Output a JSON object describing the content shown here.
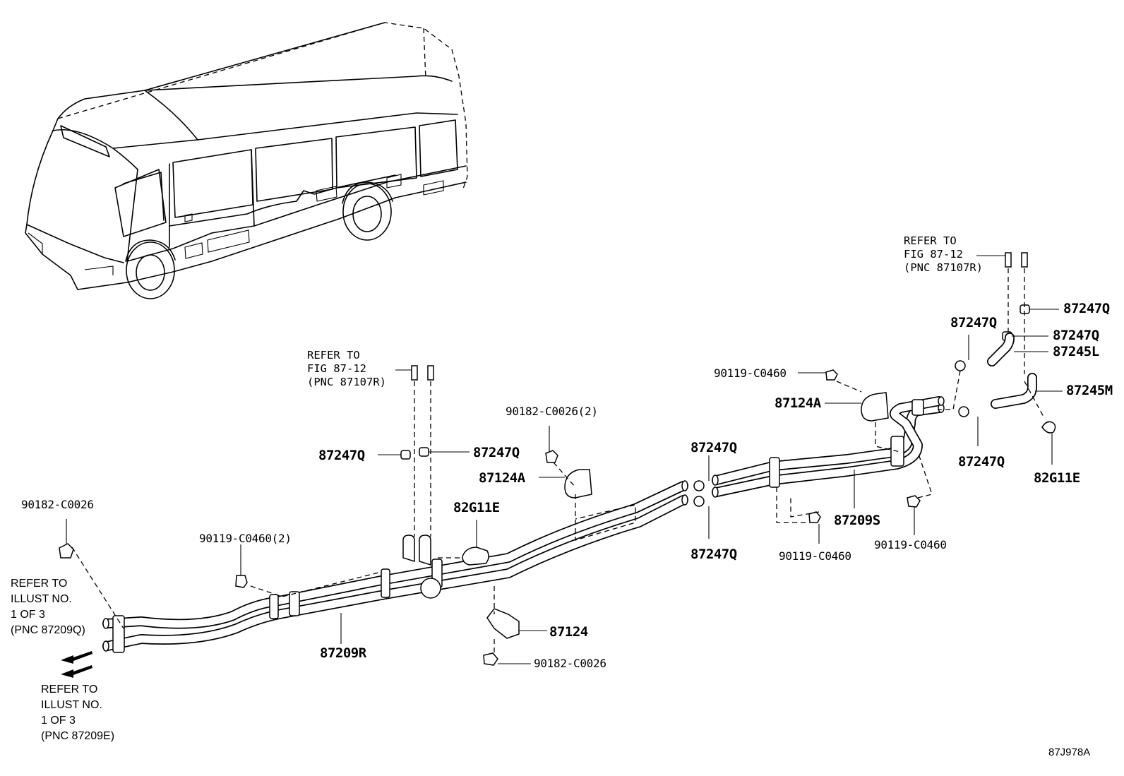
{
  "diagram_code": "87J978A",
  "parts": {
    "p_87247Q_1": "87247Q",
    "p_87247Q_2": "87247Q",
    "p_87247Q_3": "87247Q",
    "p_87247Q_4": "87247Q",
    "p_87247Q_5": "87247Q",
    "p_87247Q_6": "87247Q",
    "p_87247Q_7": "87247Q",
    "p_87247Q_8": "87247Q",
    "p_87245L": "87245L",
    "p_87245M": "87245M",
    "p_82G11E_1": "82G11E",
    "p_82G11E_2": "82G11E",
    "p_87124A_1": "87124A",
    "p_87124A_2": "87124A",
    "p_87124": "87124",
    "p_87209R": "87209R",
    "p_87209S": "87209S",
    "p_90182_C0026_2": "90182-C0026(2)",
    "p_90182_C0026_a": "90182-C0026",
    "p_90182_C0026_b": "90182-C0026",
    "p_90119_C0460_2": "90119-C0460(2)",
    "p_90119_C0460_a": "90119-C0460",
    "p_90119_C0460_b": "90119-C0460",
    "p_90119_C0460_c": "90119-C0460"
  },
  "notes": {
    "refer_fig_right": [
      "REFER TO",
      "FIG 87-12",
      "(PNC 87107R)"
    ],
    "refer_fig_mid": [
      "REFER TO",
      "FIG 87-12",
      "(PNC 87107R)"
    ],
    "refer_illust_top": [
      "REFER TO",
      "ILLUST NO.",
      " 1 OF 3",
      "(PNC 87209Q)"
    ],
    "refer_illust_bottom": [
      "REFER TO",
      "ILLUST NO.",
      "1 OF 3",
      "(PNC 87209E)"
    ]
  }
}
